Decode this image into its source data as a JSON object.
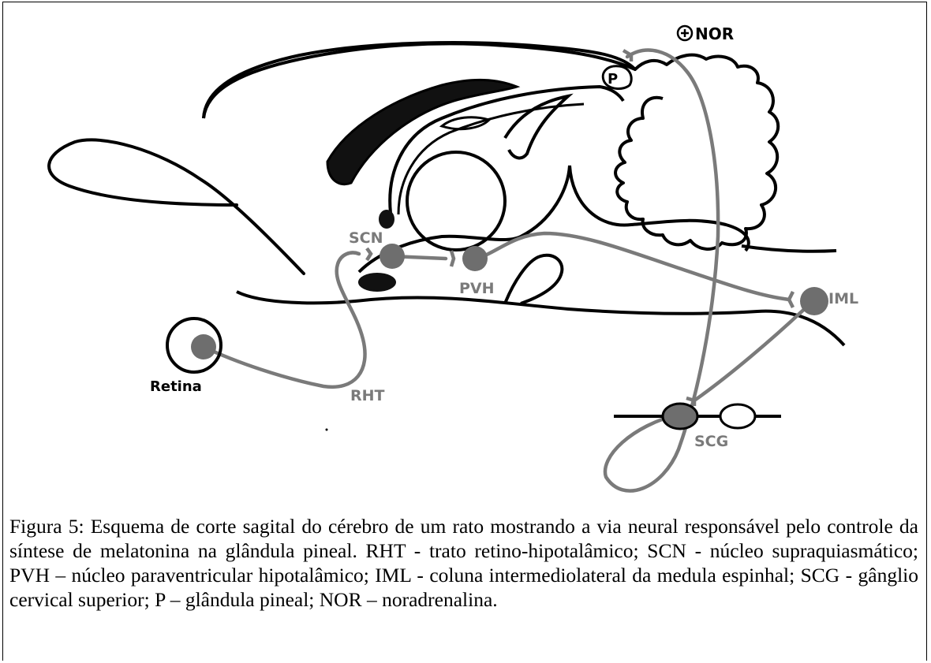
{
  "labels": {
    "nor": "NOR",
    "pineal": "P",
    "scn": "SCN",
    "pvh": "PVH",
    "iml": "IML",
    "retina": "Retina",
    "rht": "RHT",
    "scg": "SCG"
  },
  "caption": "Figura 5: Esquema de corte sagital do cérebro de um rato mostrando a via neural responsável pelo controle da síntese de melatonina na glândula pineal. RHT - trato retino-hipotalâmico; SCN - núcleo supraquiasmático; PVH – núcleo paraventricular hipotalâmico; IML - coluna intermediolateral da medula espinhal;  SCG - gânglio cervical superior; P – glândula pineal; NOR – noradrenalina."
}
